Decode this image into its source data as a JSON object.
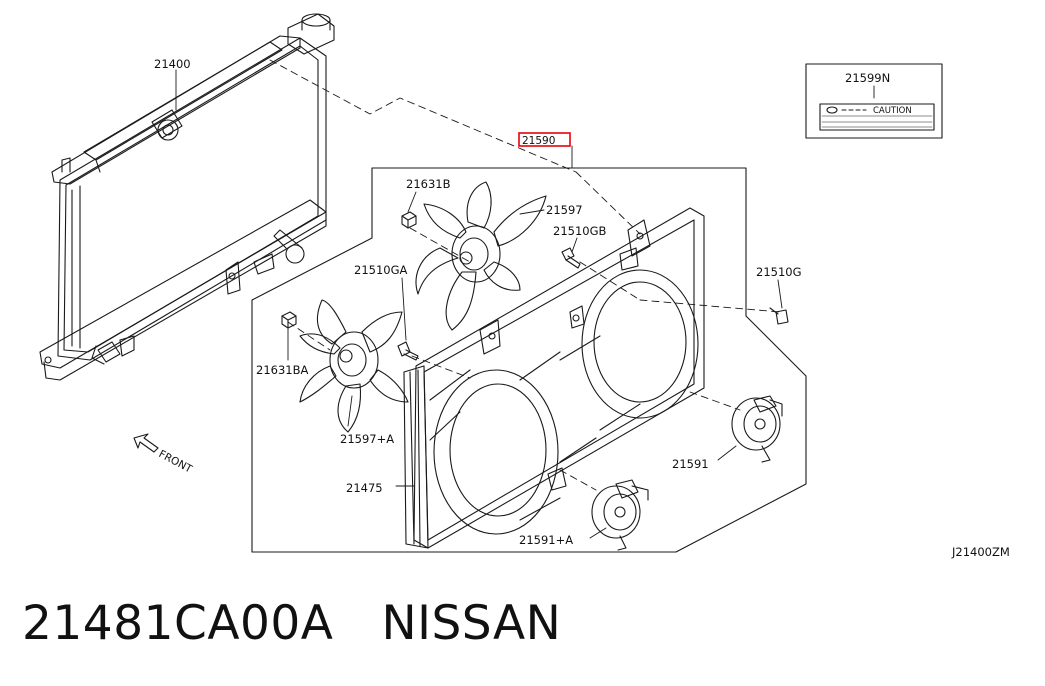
{
  "diagram": {
    "labels": {
      "p21400": "21400",
      "p21590": "21590",
      "p21599N": "21599N",
      "caution": "CAUTION",
      "p21631B": "21631B",
      "p21597": "21597",
      "p21510GB": "21510GB",
      "p21510GA": "21510GA",
      "p21510G": "21510G",
      "p21631BA": "21631BA",
      "p21597A": "21597+A",
      "p21591": "21591",
      "p21475": "21475",
      "p21591A": "21591+A",
      "front": "FRONT",
      "ref": "J21400ZM"
    },
    "highlight_color": "#e8000b"
  },
  "caption": {
    "part_number": "21481CA00A",
    "brand": "NISSAN"
  }
}
